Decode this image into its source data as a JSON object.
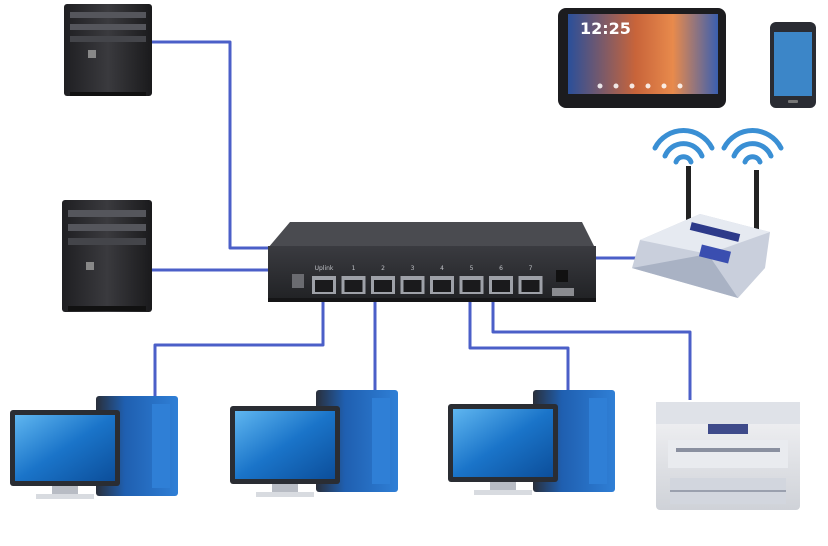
{
  "tablet": {
    "clock": "12:25"
  },
  "switch": {
    "port_labels": [
      "Uplink",
      "1",
      "2",
      "3",
      "4",
      "5",
      "6",
      "7"
    ]
  },
  "colors": {
    "cable": "#4b5fc8",
    "switch_body": "#2f3034",
    "monitor_screen": "#1a74c9",
    "tower_blue": "#1f5fb0",
    "server_body": "#2d2d30",
    "wifi": "#3a8fd4",
    "router_body": "#d7dde8",
    "printer_body": "#e8e8ec"
  },
  "icons": {
    "servers": "server-tower-icon",
    "workstations": "desktop-pc-icon",
    "switch": "network-switch-icon",
    "router": "wireless-router-icon",
    "tablet": "tablet-icon",
    "phone": "smartphone-icon",
    "printer": "multifunction-printer-icon",
    "wifi": "wifi-signal-icon"
  }
}
